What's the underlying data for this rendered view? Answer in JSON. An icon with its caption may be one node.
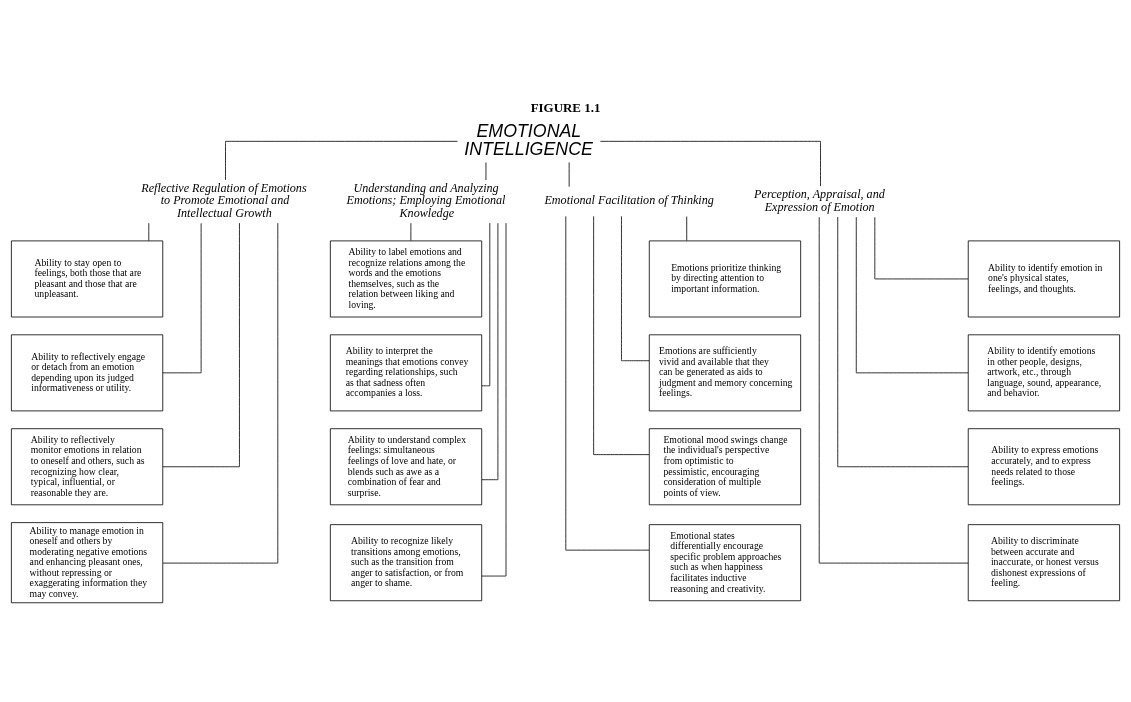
{
  "diagram": {
    "title": "FIGURE 1.1",
    "nodes": [
      {
        "text": [
          "EMOTIONAL INTELLIGENCE"
        ]
      },
      {
        "text": [
          "Reflective Regulation of Emotions to Promote Emotional and Intellectual Growth"
        ]
      },
      {
        "text": [
          "Ability to stay open to feelings, both those that are pleasant and those that are unpleasant."
        ]
      },
      {
        "text": [
          "Ability to reflectively engage or detach from an emotion depending upon its judged informativeness or utility."
        ]
      },
      {
        "text": [
          "Ability to reflectively monitor emotions in relation to oneself and others, such as recognizing how clear, typical, influential, or reasonable they are."
        ]
      },
      {
        "text": [
          "Ability to manage emotion in oneself and others by moderating negative emotions and enhancing pleasant ones, without repressing or exaggerating information they may convey."
        ]
      },
      {
        "text": [
          "Understanding and Analyzing Emotions; Employing Emotional Knowledge"
        ]
      },
      {
        "text": [
          "Ability to label emotions and recognize relations among the words and the emotions themselves, such as the relation between liking and loving."
        ]
      },
      {
        "text": [
          "Ability to interpret the meanings that emotions convey regarding relationships, such as that sadness often accompanies a loss."
        ]
      },
      {
        "text": [
          "Ability to understand complex feelings: simultaneous feelings of love and hate, or blends such as awe as a combination of fear and surprise."
        ]
      },
      {
        "text": [
          "Ability to recognize likely transitions among emotions, such as the transition from anger to satisfaction, or from anger to shame."
        ]
      },
      {
        "text": [
          "Emotional Facilitation of Thinking"
        ]
      },
      {
        "text": [
          "Emotions prioritize thinking by directing attention to important information."
        ]
      },
      {
        "text": [
          "Emotions are sufficiently vivid and available that they can be generated as aids to judgment and memory concerning feelings."
        ]
      },
      {
        "text": [
          "Emotional mood swings change the individual's perspective from optimistic to pessimistic, encouraging consideration of multiple points of view."
        ]
      },
      {
        "text": [
          "Emotional states differentially encourage specific problem approaches such as when happiness facilitates inductive reasoning and creativity."
        ]
      },
      {
        "text": [
          "Perception, Appraisal, and Expression of Emotion"
        ]
      },
      {
        "text": [
          "Ability to identify emotion in one's physical states, feelings, and thoughts."
        ]
      },
      {
        "text": [
          "Ability to identify emotions in other people, designs, artwork, etc., through language, sound, appearance, and behavior."
        ]
      },
      {
        "text": [
          "Ability to express emotions accurately, and to express needs related to those feelings."
        ]
      },
      {
        "text": [
          "Ability to discriminate between accurate and inaccurate, or honest versus dishonest expressions of feeling."
        ]
      }
    ],
    "edges": [
      {
        "from": 0,
        "to": 1,
        "arrow": "none"
      },
      {
        "from": 0,
        "to": 6,
        "arrow": "none"
      },
      {
        "from": 0,
        "to": 11,
        "arrow": "none"
      },
      {
        "from": 0,
        "to": 16,
        "arrow": "none"
      },
      {
        "from": 1,
        "to": 2,
        "arrow": "none"
      },
      {
        "from": 1,
        "to": 3,
        "arrow": "none"
      },
      {
        "from": 1,
        "to": 4,
        "arrow": "none"
      },
      {
        "from": 1,
        "to": 5,
        "arrow": "none"
      },
      {
        "from": 6,
        "to": 7,
        "arrow": "none"
      },
      {
        "from": 6,
        "to": 8,
        "arrow": "none"
      },
      {
        "from": 6,
        "to": 9,
        "arrow": "none"
      },
      {
        "from": 6,
        "to": 10,
        "arrow": "none"
      },
      {
        "from": 11,
        "to": 12,
        "arrow": "none"
      },
      {
        "from": 11,
        "to": 13,
        "arrow": "none"
      },
      {
        "from": 11,
        "to": 14,
        "arrow": "none"
      },
      {
        "from": 11,
        "to": 15,
        "arrow": "none"
      },
      {
        "from": 16,
        "to": 17,
        "arrow": "none"
      },
      {
        "from": 16,
        "to": 18,
        "arrow": "none"
      },
      {
        "from": 16,
        "to": 19,
        "arrow": "none"
      },
      {
        "from": 16,
        "to": 20,
        "arrow": "none"
      }
    ]
  }
}
